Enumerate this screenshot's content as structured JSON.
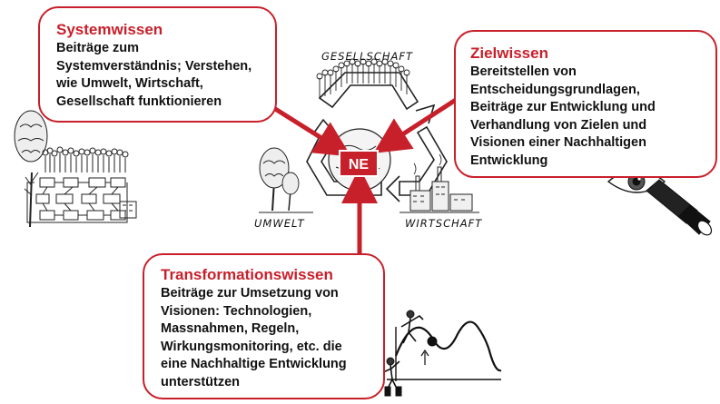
{
  "center": {
    "label": "NE"
  },
  "cycle_labels": {
    "top": "GESELLSCHAFT",
    "left": "UMWELT",
    "right": "WIRTSCHAFT"
  },
  "boxes": {
    "systemwissen": {
      "title": "Systemwissen",
      "lines": [
        "Beiträge zum",
        "Systemverständnis; Verstehen,",
        "wie Umwelt, Wirtschaft,",
        "Gesellschaft funktionieren"
      ]
    },
    "zielwissen": {
      "title": "Zielwissen",
      "lines": [
        "Bereitstellen von",
        "Entscheidungsgrundlagen,",
        "Beiträge zur Entwicklung und",
        "Verhandlung von Zielen und",
        "Visionen einer Nachhaltigen",
        "Entwicklung"
      ]
    },
    "transformationswissen": {
      "title": "Transformationswissen",
      "lines": [
        "Beiträge zur Umsetzung von",
        "Visionen: Technologien,",
        "Massnahmen, Regeln,",
        "Wirkungsmonitoring, etc. die",
        "eine Nachhaltige Entwicklung",
        "unterstützen"
      ]
    }
  },
  "colors": {
    "accent": "#c8202b",
    "text": "#111111",
    "background": "#ffffff"
  },
  "icons": [
    "tree-flowchart-sketch",
    "recycling-cycle-sketch",
    "eye-telescope-sketch",
    "climbing-figures-sketch"
  ]
}
